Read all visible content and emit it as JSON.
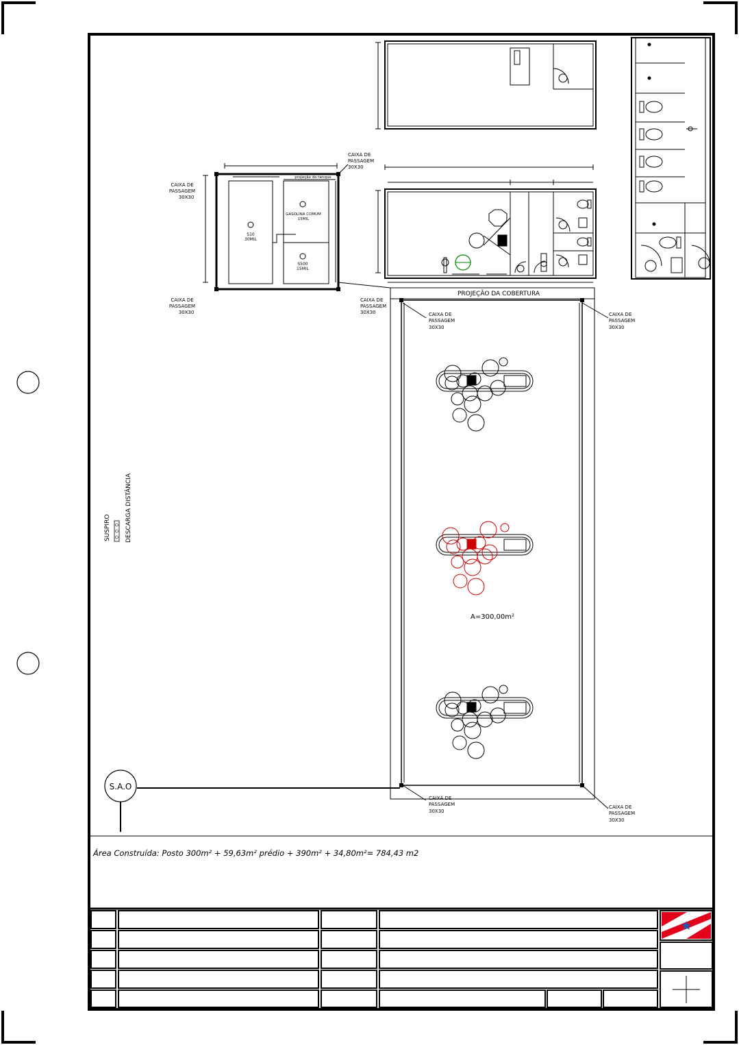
{
  "tank_area": {
    "caixa_label_1": "CAIXA DE",
    "caixa_label_2": "PASSAGEM",
    "caixa_label_3": "30X30",
    "projection_label": "projeção do tanque",
    "tank_s10_name": "S10",
    "tank_s10_volume": "30MIL",
    "tank_gasolina_name": "GASOLINA COMUM",
    "tank_gasolina_volume": "15MIL",
    "tank_s500_name": "S500",
    "tank_s500_volume": "15MIL"
  },
  "canopy": {
    "title": "PROJEÇÃO DA COBERTURA",
    "area_label": "A=300,00m²"
  },
  "side_labels": {
    "suspiro": "SUSPIRO",
    "descarga": "DESCARGA DISTÂNCIA",
    "sao": "S.A.O"
  },
  "built_area_text": "Área Construída: Posto 300m² + 59,63m² prédio + 390m² + 34,80m²= 784,43 m2",
  "colors": {
    "line": "#000000",
    "highlight": "#cc0000",
    "extinguisher": "#008800",
    "flag_red": "#e3001b",
    "flag_star": "#1e5bb5"
  }
}
